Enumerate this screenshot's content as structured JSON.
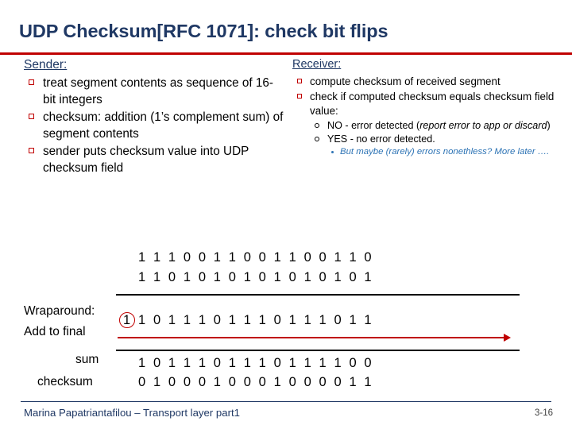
{
  "slide": {
    "title": "UDP Checksum[RFC 1071]: check bit flips",
    "left": {
      "heading": "Sender:",
      "bullets": [
        "treat segment contents as sequence of 16-bit integers",
        "checksum: addition (1’s complement sum) of segment contents",
        "sender puts checksum value into UDP checksum field"
      ]
    },
    "right": {
      "heading": "Receiver:",
      "bullets": [
        "compute checksum of received segment",
        "check if computed checksum equals checksum field value:"
      ],
      "sub_bullets": [
        {
          "plain": "NO - error detected (",
          "italic": "report error to app or discard",
          "tail": ")"
        },
        {
          "plain": "YES - no error detected.",
          "italic": "",
          "tail": ""
        }
      ],
      "sub_sub_bullets": [
        "But maybe (rarely) errors nonethless? More later …."
      ]
    },
    "arithmetic": {
      "operand1": "1 1 1 0 0 1 1 0 0 1 1 0 0 1 1 0",
      "operand2": "1 1 0 1 0 1 0 1 0 1 0 1 0 1 0 1",
      "carry_digit": "1",
      "sum_row": "1 0 1 1 1 0 1 1 1 0 1 1 1 0 1 1",
      "sum_label_line1": "Wraparound:",
      "sum_label_line2": "Add to final",
      "sum_label_line3": "sum",
      "checksum_label": "checksum",
      "final_sum": "1 0 1 1 1 0 1 1 1 0 1 1 1 1 0 0",
      "final_checksum": "0 1 0 0 0 1 0 0 0 1 0 0 0 0 1 1"
    },
    "footer": {
      "text": "Marina Papatriantafilou – Transport layer part1",
      "page": "3-16"
    }
  }
}
